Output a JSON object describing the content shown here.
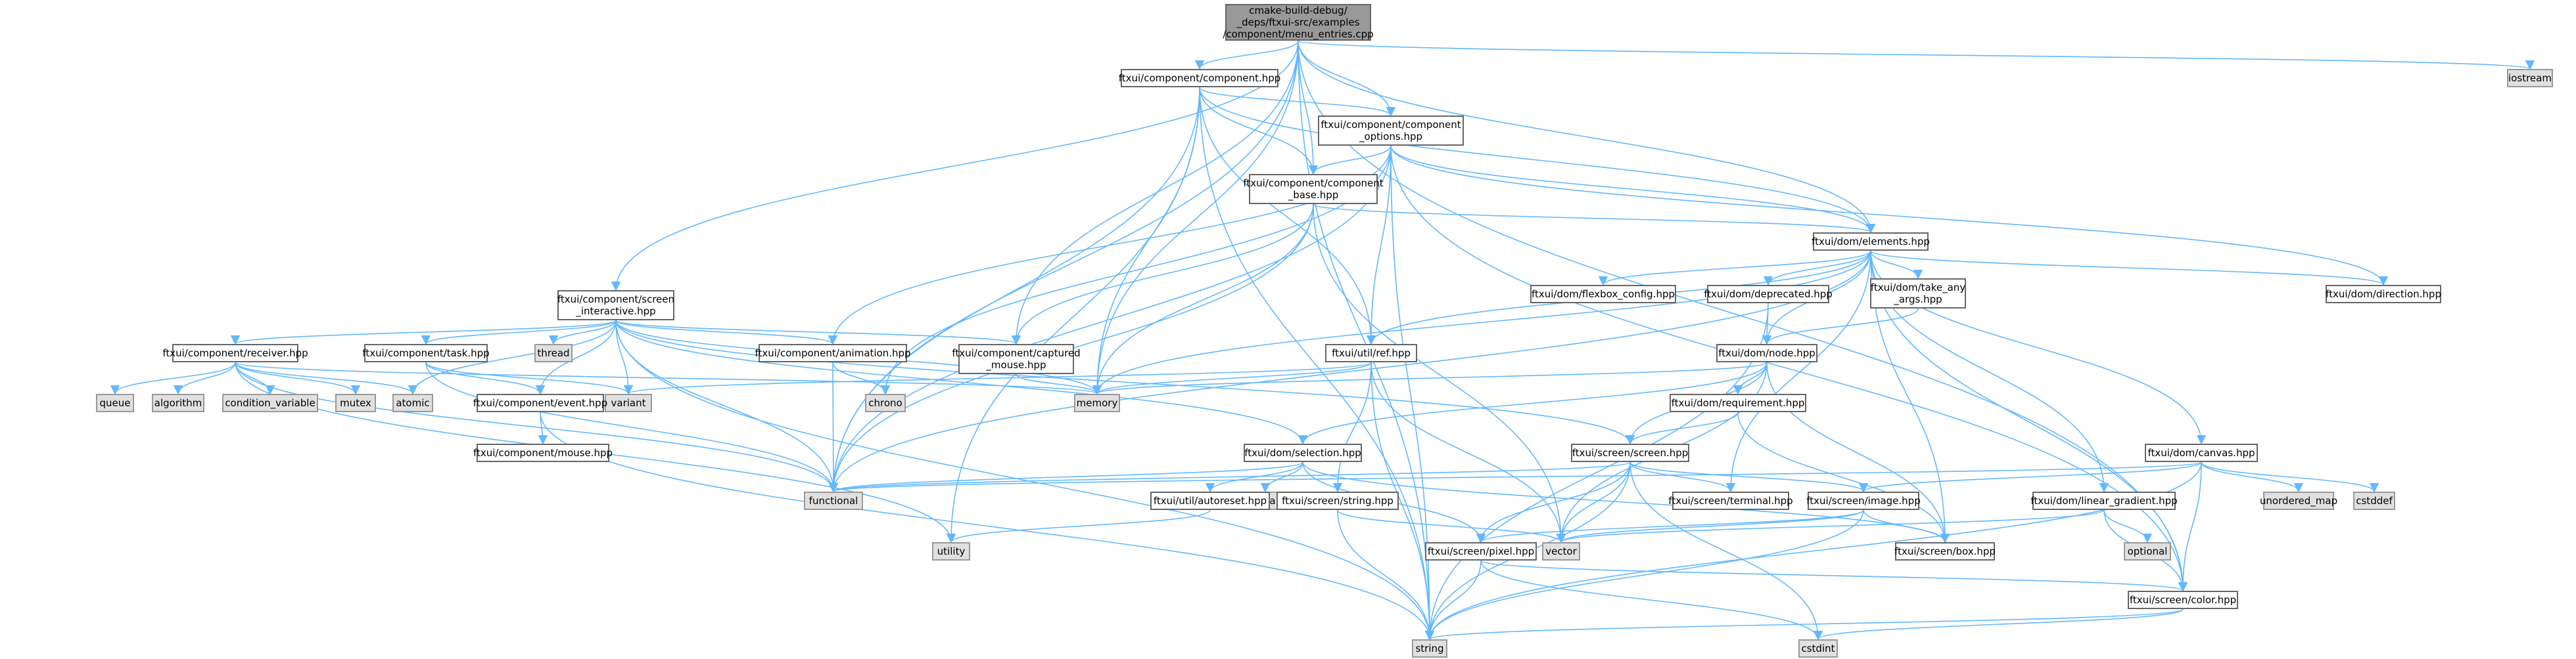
{
  "graph": {
    "root": "cmake-build-debug/_deps/ftxui-src/examples/component/menu_entries.cpp",
    "nodes": [
      {
        "id": "root",
        "label": "cmake-build-debug/\n_deps/ftxui-src/examples\n/component/menu_entries.cpp",
        "kind": "root"
      },
      {
        "id": "component",
        "label": "ftxui/component/component.hpp",
        "kind": "header"
      },
      {
        "id": "iostream",
        "label": "iostream",
        "kind": "system"
      },
      {
        "id": "component_options",
        "label": "ftxui/component/component\n_options.hpp",
        "kind": "header"
      },
      {
        "id": "component_base",
        "label": "ftxui/component/component\n_base.hpp",
        "kind": "header"
      },
      {
        "id": "elements",
        "label": "ftxui/dom/elements.hpp",
        "kind": "header"
      },
      {
        "id": "screen_interactive",
        "label": "ftxui/component/screen\n_interactive.hpp",
        "kind": "header"
      },
      {
        "id": "receiver",
        "label": "ftxui/component/receiver.hpp",
        "kind": "header"
      },
      {
        "id": "task",
        "label": "ftxui/component/task.hpp",
        "kind": "header"
      },
      {
        "id": "thread",
        "label": "thread",
        "kind": "system"
      },
      {
        "id": "animation",
        "label": "ftxui/component/animation.hpp",
        "kind": "header"
      },
      {
        "id": "captured_mouse",
        "label": "ftxui/component/captured\n_mouse.hpp",
        "kind": "header"
      },
      {
        "id": "ref",
        "label": "ftxui/util/ref.hpp",
        "kind": "header"
      },
      {
        "id": "flexbox_config",
        "label": "ftxui/dom/flexbox_config.hpp",
        "kind": "header"
      },
      {
        "id": "deprecated",
        "label": "ftxui/dom/deprecated.hpp",
        "kind": "header"
      },
      {
        "id": "take_any_args",
        "label": "ftxui/dom/take_any\n_args.hpp",
        "kind": "header"
      },
      {
        "id": "direction",
        "label": "ftxui/dom/direction.hpp",
        "kind": "header"
      },
      {
        "id": "node",
        "label": "ftxui/dom/node.hpp",
        "kind": "header"
      },
      {
        "id": "queue",
        "label": "queue",
        "kind": "system"
      },
      {
        "id": "algorithm",
        "label": "algorithm",
        "kind": "system"
      },
      {
        "id": "condition_variable",
        "label": "condition_variable",
        "kind": "system"
      },
      {
        "id": "mutex",
        "label": "mutex",
        "kind": "system"
      },
      {
        "id": "atomic",
        "label": "atomic",
        "kind": "system"
      },
      {
        "id": "variant",
        "label": "variant",
        "kind": "system"
      },
      {
        "id": "event",
        "label": "ftxui/component/event.hpp",
        "kind": "header"
      },
      {
        "id": "chrono",
        "label": "chrono",
        "kind": "system"
      },
      {
        "id": "memory",
        "label": "memory",
        "kind": "system"
      },
      {
        "id": "requirement",
        "label": "ftxui/dom/requirement.hpp",
        "kind": "header"
      },
      {
        "id": "mouse",
        "label": "ftxui/component/mouse.hpp",
        "kind": "header"
      },
      {
        "id": "selection",
        "label": "ftxui/dom/selection.hpp",
        "kind": "header"
      },
      {
        "id": "screen",
        "label": "ftxui/screen/screen.hpp",
        "kind": "header"
      },
      {
        "id": "canvas",
        "label": "ftxui/dom/canvas.hpp",
        "kind": "header"
      },
      {
        "id": "functional",
        "label": "functional",
        "kind": "system"
      },
      {
        "id": "sstream",
        "label": "sstream",
        "kind": "system"
      },
      {
        "id": "autoreset",
        "label": "ftxui/util/autoreset.hpp",
        "kind": "header"
      },
      {
        "id": "string_hpp",
        "label": "ftxui/screen/string.hpp",
        "kind": "header"
      },
      {
        "id": "terminal",
        "label": "ftxui/screen/terminal.hpp",
        "kind": "header"
      },
      {
        "id": "image",
        "label": "ftxui/screen/image.hpp",
        "kind": "header"
      },
      {
        "id": "linear_gradient",
        "label": "ftxui/dom/linear_gradient.hpp",
        "kind": "header"
      },
      {
        "id": "unordered_map",
        "label": "unordered_map",
        "kind": "system"
      },
      {
        "id": "cstddef",
        "label": "cstddef",
        "kind": "system"
      },
      {
        "id": "utility",
        "label": "utility",
        "kind": "system"
      },
      {
        "id": "vector",
        "label": "vector",
        "kind": "system"
      },
      {
        "id": "optional",
        "label": "optional",
        "kind": "system"
      },
      {
        "id": "box",
        "label": "ftxui/screen/box.hpp",
        "kind": "header"
      },
      {
        "id": "pixel",
        "label": "ftxui/screen/pixel.hpp",
        "kind": "header"
      },
      {
        "id": "color",
        "label": "ftxui/screen/color.hpp",
        "kind": "header"
      },
      {
        "id": "string",
        "label": "string",
        "kind": "system"
      },
      {
        "id": "cstdint",
        "label": "cstdint",
        "kind": "system"
      }
    ],
    "edges": [
      [
        "root",
        "component"
      ],
      [
        "root",
        "iostream"
      ],
      [
        "root",
        "component_options"
      ],
      [
        "root",
        "component_base"
      ],
      [
        "root",
        "elements"
      ],
      [
        "root",
        "screen_interactive"
      ],
      [
        "root",
        "captured_mouse"
      ],
      [
        "root",
        "memory"
      ],
      [
        "root",
        "functional"
      ],
      [
        "root",
        "string"
      ],
      [
        "root",
        "color"
      ],
      [
        "component",
        "component_options"
      ],
      [
        "component",
        "component_base"
      ],
      [
        "component",
        "elements"
      ],
      [
        "component",
        "ref"
      ],
      [
        "component",
        "memory"
      ],
      [
        "component",
        "functional"
      ],
      [
        "component",
        "utility"
      ],
      [
        "component",
        "string"
      ],
      [
        "component_options",
        "component_base"
      ],
      [
        "component_options",
        "elements"
      ],
      [
        "component_options",
        "direction"
      ],
      [
        "component_options",
        "ref"
      ],
      [
        "component_options",
        "animation"
      ],
      [
        "component_options",
        "functional"
      ],
      [
        "component_options",
        "string"
      ],
      [
        "component_options",
        "chrono"
      ],
      [
        "component_options",
        "color"
      ],
      [
        "component_base",
        "elements"
      ],
      [
        "component_base",
        "captured_mouse"
      ],
      [
        "component_base",
        "memory"
      ],
      [
        "component_base",
        "vector"
      ],
      [
        "component_base",
        "functional"
      ],
      [
        "elements",
        "flexbox_config"
      ],
      [
        "elements",
        "deprecated"
      ],
      [
        "elements",
        "take_any_args"
      ],
      [
        "elements",
        "direction"
      ],
      [
        "elements",
        "node"
      ],
      [
        "elements",
        "canvas"
      ],
      [
        "elements",
        "linear_gradient"
      ],
      [
        "elements",
        "terminal"
      ],
      [
        "elements",
        "box"
      ],
      [
        "elements",
        "color"
      ],
      [
        "elements",
        "ref"
      ],
      [
        "elements",
        "memory"
      ],
      [
        "elements",
        "functional"
      ],
      [
        "screen_interactive",
        "receiver"
      ],
      [
        "screen_interactive",
        "task"
      ],
      [
        "screen_interactive",
        "thread"
      ],
      [
        "screen_interactive",
        "animation"
      ],
      [
        "screen_interactive",
        "captured_mouse"
      ],
      [
        "screen_interactive",
        "event"
      ],
      [
        "screen_interactive",
        "atomic"
      ],
      [
        "screen_interactive",
        "variant"
      ],
      [
        "screen_interactive",
        "memory"
      ],
      [
        "screen_interactive",
        "selection"
      ],
      [
        "screen_interactive",
        "screen"
      ],
      [
        "screen_interactive",
        "functional"
      ],
      [
        "screen_interactive",
        "string"
      ],
      [
        "receiver",
        "queue"
      ],
      [
        "receiver",
        "algorithm"
      ],
      [
        "receiver",
        "condition_variable"
      ],
      [
        "receiver",
        "mutex"
      ],
      [
        "receiver",
        "atomic"
      ],
      [
        "receiver",
        "memory"
      ],
      [
        "receiver",
        "functional"
      ],
      [
        "receiver",
        "utility"
      ],
      [
        "task",
        "event"
      ],
      [
        "task",
        "variant"
      ],
      [
        "task",
        "functional"
      ],
      [
        "animation",
        "chrono"
      ],
      [
        "animation",
        "functional"
      ],
      [
        "captured_mouse",
        "memory"
      ],
      [
        "ref",
        "memory"
      ],
      [
        "ref",
        "string_hpp"
      ],
      [
        "ref",
        "vector"
      ],
      [
        "ref",
        "variant"
      ],
      [
        "ref",
        "string"
      ],
      [
        "deprecated",
        "node"
      ],
      [
        "deprecated",
        "string"
      ],
      [
        "take_any_args",
        "node"
      ],
      [
        "node",
        "requirement"
      ],
      [
        "node",
        "selection"
      ],
      [
        "node",
        "screen"
      ],
      [
        "node",
        "box"
      ],
      [
        "node",
        "vector"
      ],
      [
        "node",
        "memory"
      ],
      [
        "event",
        "mouse"
      ],
      [
        "event",
        "string"
      ],
      [
        "requirement",
        "screen"
      ],
      [
        "requirement",
        "box"
      ],
      [
        "selection",
        "functional"
      ],
      [
        "selection",
        "sstream"
      ],
      [
        "selection",
        "autoreset"
      ],
      [
        "selection",
        "pixel"
      ],
      [
        "selection",
        "box"
      ],
      [
        "screen",
        "terminal"
      ],
      [
        "screen",
        "image"
      ],
      [
        "screen",
        "pixel"
      ],
      [
        "screen",
        "vector"
      ],
      [
        "screen",
        "string"
      ],
      [
        "screen",
        "cstdint"
      ],
      [
        "screen",
        "functional"
      ],
      [
        "canvas",
        "image"
      ],
      [
        "canvas",
        "unordered_map"
      ],
      [
        "canvas",
        "cstddef"
      ],
      [
        "canvas",
        "color"
      ],
      [
        "canvas",
        "functional"
      ],
      [
        "canvas",
        "string"
      ],
      [
        "autoreset",
        "utility"
      ],
      [
        "string_hpp",
        "vector"
      ],
      [
        "string_hpp",
        "string"
      ],
      [
        "image",
        "box"
      ],
      [
        "image",
        "pixel"
      ],
      [
        "image",
        "vector"
      ],
      [
        "image",
        "string"
      ],
      [
        "linear_gradient",
        "optional"
      ],
      [
        "linear_gradient",
        "color"
      ],
      [
        "linear_gradient",
        "vector"
      ],
      [
        "pixel",
        "color"
      ],
      [
        "pixel",
        "string"
      ],
      [
        "pixel",
        "cstdint"
      ],
      [
        "color",
        "string"
      ],
      [
        "color",
        "cstdint"
      ]
    ]
  }
}
